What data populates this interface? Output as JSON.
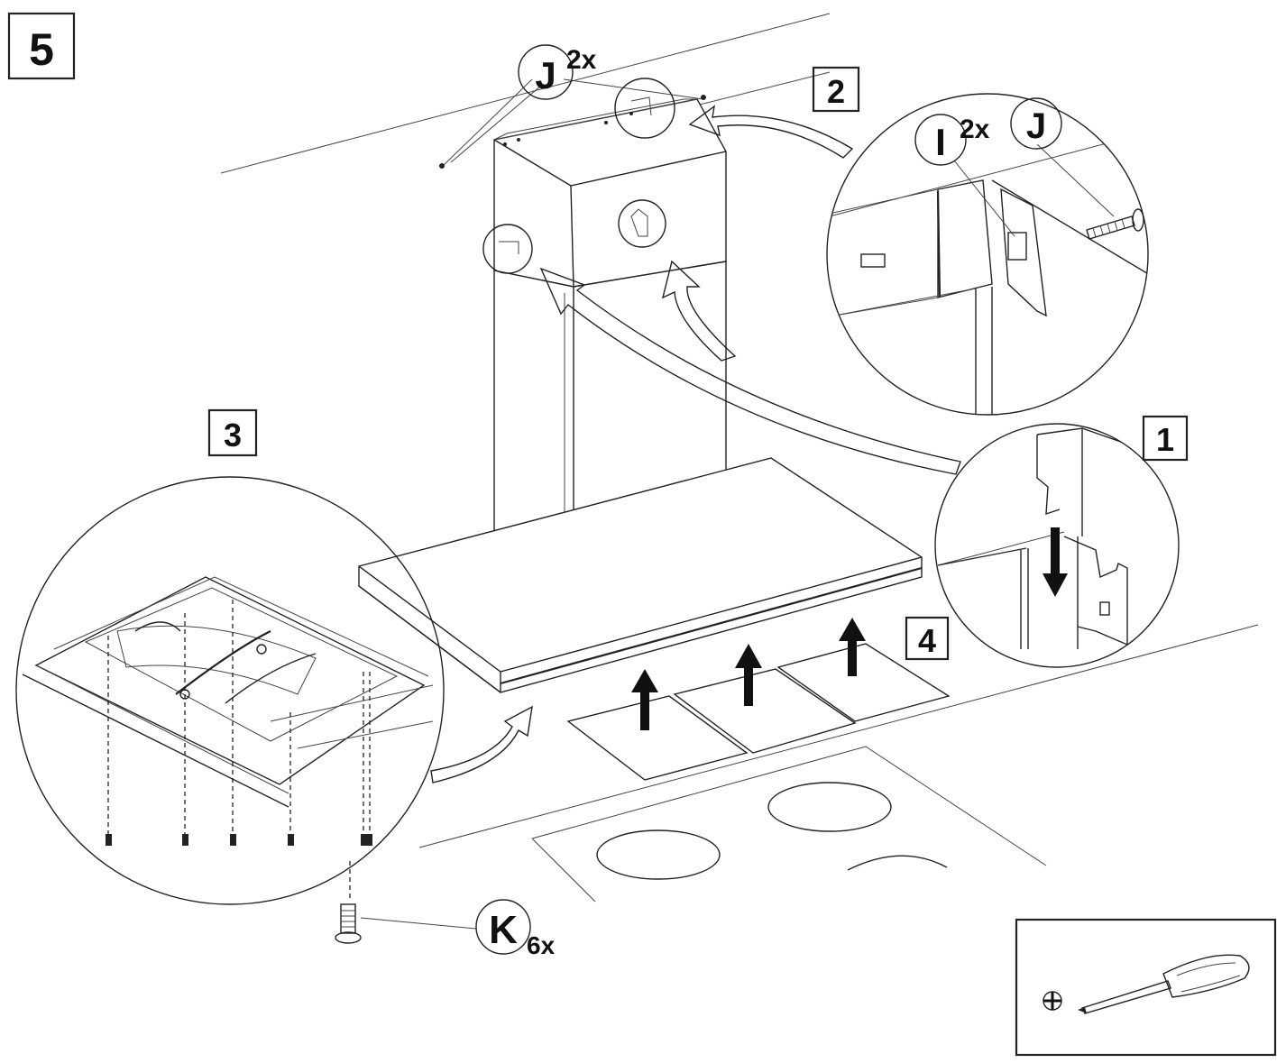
{
  "step_number": "5",
  "sub_steps": {
    "s1": "1",
    "s2": "2",
    "s3": "3",
    "s4": "4"
  },
  "parts": {
    "j_top": {
      "letter": "J",
      "qty": "2x"
    },
    "i_detail": {
      "letter": "I",
      "qty": "2x"
    },
    "j_detail": {
      "letter": "J"
    },
    "k_screws": {
      "letter": "K",
      "qty": "6x"
    }
  },
  "tool": {
    "name": "phillips-screwdriver-icon",
    "tip": "phillips-head-icon"
  },
  "colors": {
    "line": "#222222",
    "filter_mesh": "#555555",
    "background": "#ffffff"
  }
}
